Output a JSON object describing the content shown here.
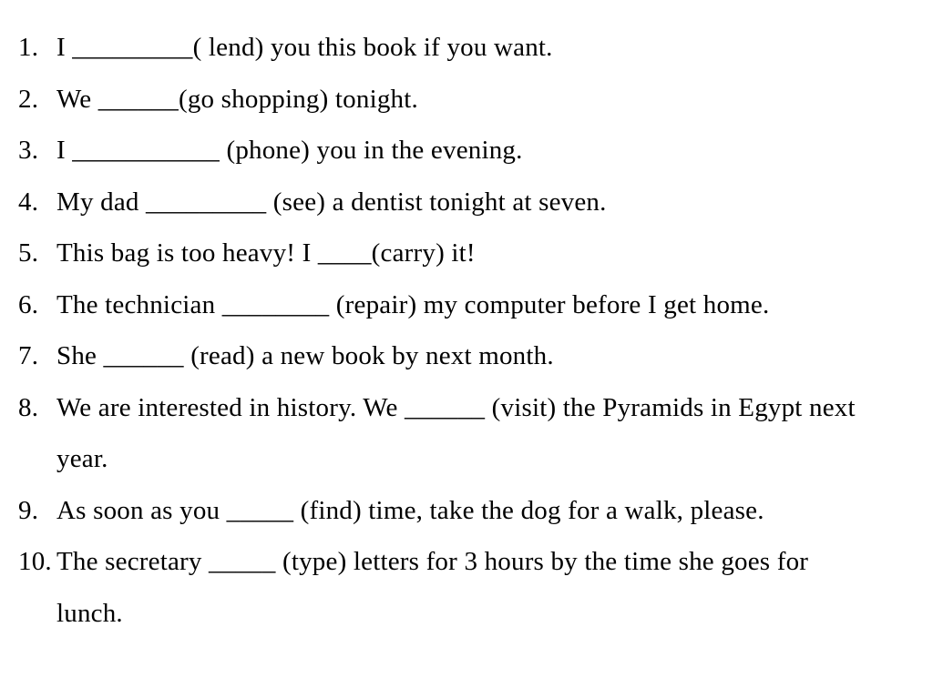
{
  "page": {
    "background_color": "#ffffff",
    "text_color": "#000000",
    "kind": "grammar-exercise-slide"
  },
  "exercise": {
    "items": [
      {
        "number": "1.",
        "text": "I _________( lend) you this book if you want."
      },
      {
        "number": "2.",
        "text": "We ______(go shopping) tonight."
      },
      {
        "number": "3.",
        "text": "I ___________ (phone) you in the evening."
      },
      {
        "number": "4.",
        "text": "My dad _________ (see) a dentist tonight at seven."
      },
      {
        "number": "5.",
        "text": "This bag is too heavy! I ____(carry) it!"
      },
      {
        "number": "6.",
        "text": "The technician ________ (repair) my computer before I get home."
      },
      {
        "number": "7.",
        "text": "She ______ (read) a new book by next month."
      },
      {
        "number": "8.",
        "text": "We are interested in history. We ______ (visit) the Pyramids in Egypt next",
        "text2": "year."
      },
      {
        "number": "9.",
        "text": "As soon as you _____ (find) time, take the dog for a walk, please."
      },
      {
        "number": "10.",
        "text": "The secretary _____ (type) letters for 3 hours by the time she goes for",
        "text2": "lunch."
      }
    ]
  }
}
